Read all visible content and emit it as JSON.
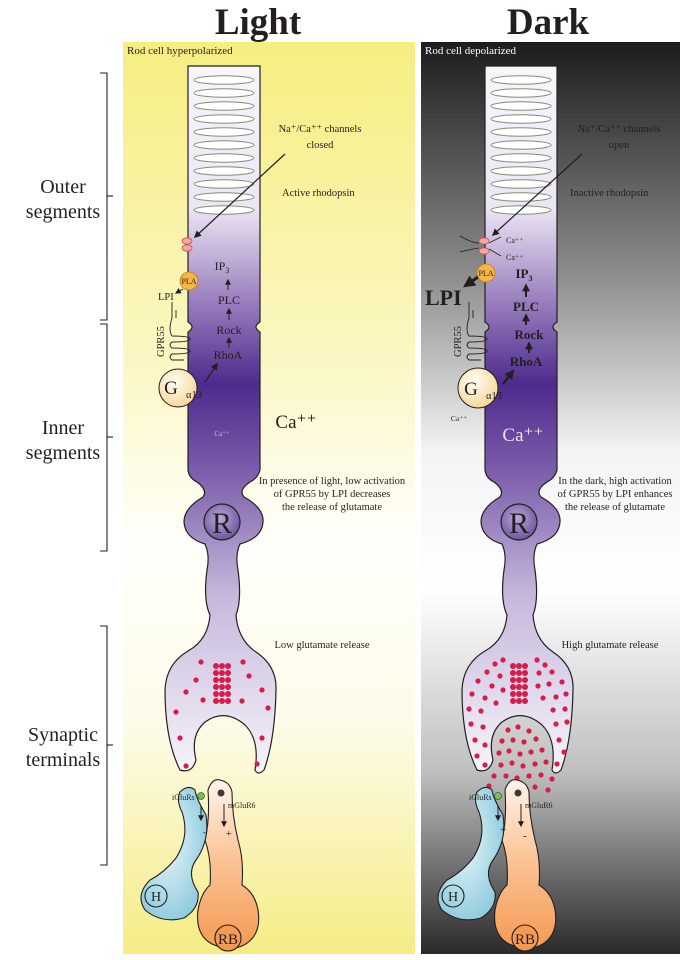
{
  "headers": {
    "light": "Light",
    "dark": "Dark"
  },
  "segments": {
    "outer": [
      "Outer",
      "segments"
    ],
    "inner": [
      "Inner",
      "segments"
    ],
    "synaptic": [
      "Synaptic",
      "terminals"
    ]
  },
  "light": {
    "caption": "Rod cell hyperpolarized",
    "channels": [
      "Na⁺/Ca⁺⁺ channels",
      "closed"
    ],
    "rhodopsin": "Active rhodopsin",
    "pla": "PLA",
    "lpi": "LPI",
    "ip3": "IP",
    "ip3_sub": "3",
    "plc": "PLC",
    "rock": "Rock",
    "rhoa": "RhoA",
    "gpr55": "GPR55",
    "galpha": "G",
    "galpha_sub": "α13",
    "ca_small": "Ca⁺⁺",
    "ca_large": "Ca⁺⁺",
    "description": [
      "In presence of light, low activation",
      "of GPR55 by LPI decreases",
      "the release of glutamate"
    ],
    "nucleus": "R",
    "release": "Low glutamate release",
    "iglurs": "iGluRs",
    "mglur6": "mGluR6",
    "sign_left": "-",
    "sign_right": "+",
    "horizontal": "H",
    "rod_bipolar": "RB"
  },
  "dark": {
    "caption": "Rod cell depolarized",
    "channels": [
      "Na⁺/Ca⁺⁺ channels",
      "open"
    ],
    "rhodopsin": "Inactive rhodopsin",
    "ca_flux": [
      "Ca⁺⁺",
      "Ca⁺⁺"
    ],
    "pla": "PLA",
    "lpi": "LPI",
    "ip3": "IP",
    "ip3_sub": "3",
    "plc": "PLC",
    "rock": "Rock",
    "rhoa": "RhoA",
    "gpr55": "GPR55",
    "galpha": "G",
    "galpha_sub": "α13",
    "ca_small": "Ca⁺⁺",
    "ca_large": "Ca⁺⁺",
    "description": [
      "In the dark, high activation",
      "of GPR55 by LPI enhances",
      "the release of glutamate"
    ],
    "nucleus": "R",
    "release": "High glutamate release",
    "iglurs": "iGluRs",
    "mglur6": "mGluR6",
    "sign_left": "+",
    "sign_right": "-",
    "horizontal": "H",
    "rod_bipolar": "RB"
  },
  "colors": {
    "light_bg_top": "#f7ef82",
    "light_bg_mid": "#fffff4",
    "dark_bg_top": "#1e1e1e",
    "cell_top": "#f3f0f8",
    "cell_inner": "#4b2a8a",
    "glutamate": "#d81c4a",
    "bipolar": "#f8b07a",
    "horizontal_cell": "#a7d8e6",
    "pla_fill": "#f6b548"
  }
}
